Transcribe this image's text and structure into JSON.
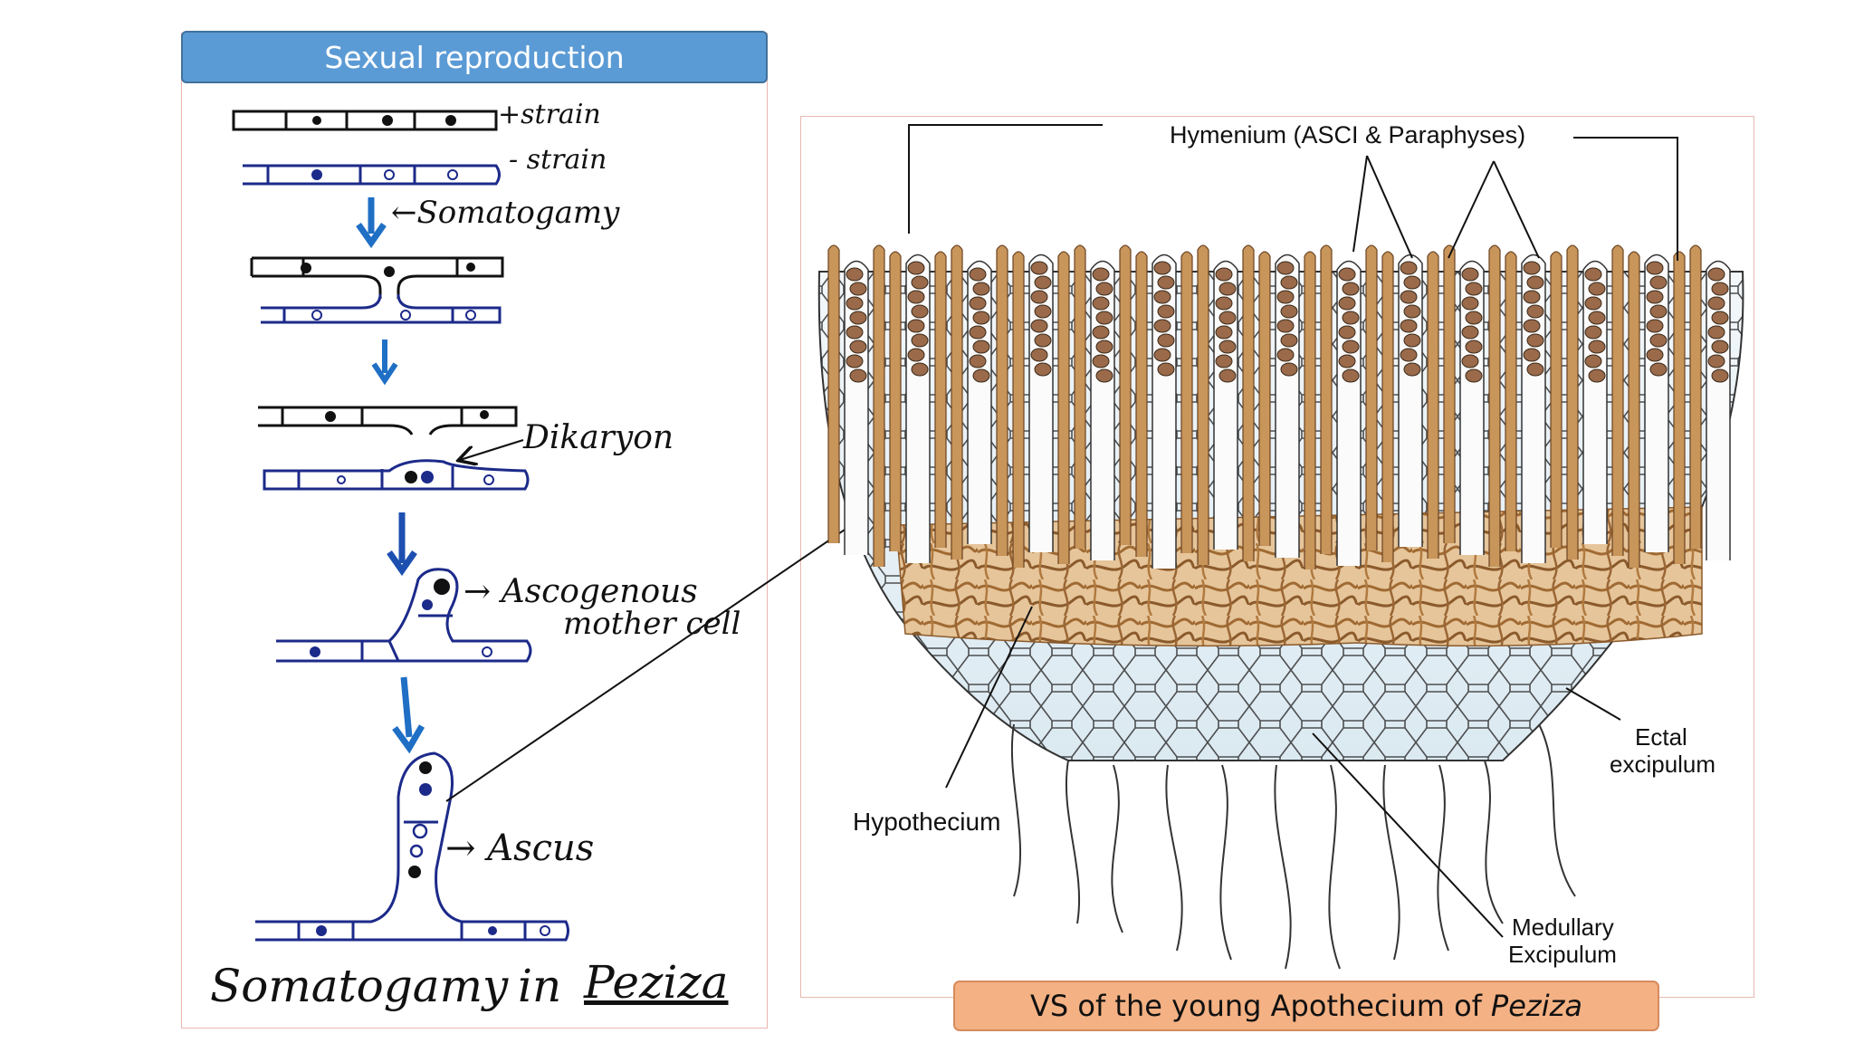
{
  "left": {
    "title": "Sexual reproduction",
    "plus_strain": "+strain",
    "minus_strain": "- strain",
    "somatogamy": "←Somatogamy",
    "dikaryon": "Dikaryon",
    "ascogenous_1": "→ Ascogenous",
    "ascogenous_2": "mother cell",
    "ascus": "→ Ascus",
    "bottom_caption_1": "Somatogamy",
    "bottom_caption_2": "in",
    "bottom_caption_3": "Peziza"
  },
  "right": {
    "hymenium": "Hymenium (ASCI & Paraphyses)",
    "hypothecium": "Hypothecium",
    "ectal_1": "Ectal",
    "ectal_2": "excipulum",
    "medullary_1": "Medullary",
    "medullary_2": "Excipulum",
    "caption_prefix": "VS of the young Apothecium of",
    "caption_italic": "Peziza"
  },
  "colors": {
    "title_blue": "#5b9bd5",
    "caption_orange": "#f4b183",
    "hypha_brown": "#c8955a",
    "arrow_blue": "#1f6fc5",
    "ink_blue": "#1c2a8a"
  }
}
